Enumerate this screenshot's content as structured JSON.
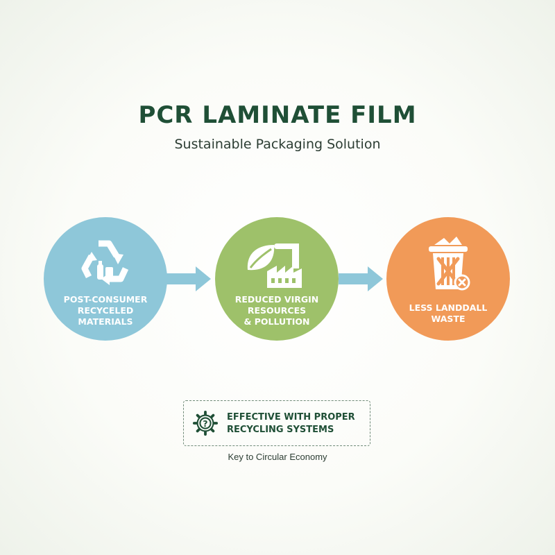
{
  "header": {
    "title": "PCR LAMINATE FILM",
    "subtitle": "Sustainable Packaging Solution"
  },
  "steps": [
    {
      "label": "POST-CONSUMER\nRECYCELED\nMATERIALS",
      "icon": "recycle-icon",
      "color": "#8ec7d9"
    },
    {
      "label": "REDUCED VIRGIN\nRESOURCES\n& POLLUTION",
      "icon": "leaf-factory-icon",
      "color": "#9ec16a"
    },
    {
      "label": "LESS LANDDALL\nWASTE",
      "icon": "trash-bin-icon",
      "color": "#f19a58"
    }
  ],
  "arrows": {
    "color": "#8ec7d9",
    "icon": "right-arrow-icon"
  },
  "note": {
    "text": "EFFECTIVE WITH PROPER\nRECYCLING SYSTEMS",
    "icon": "gear-question-icon",
    "caption": "Key to Circular Economy"
  },
  "colors": {
    "title": "#1f4f36",
    "text": "#2c3d33"
  }
}
